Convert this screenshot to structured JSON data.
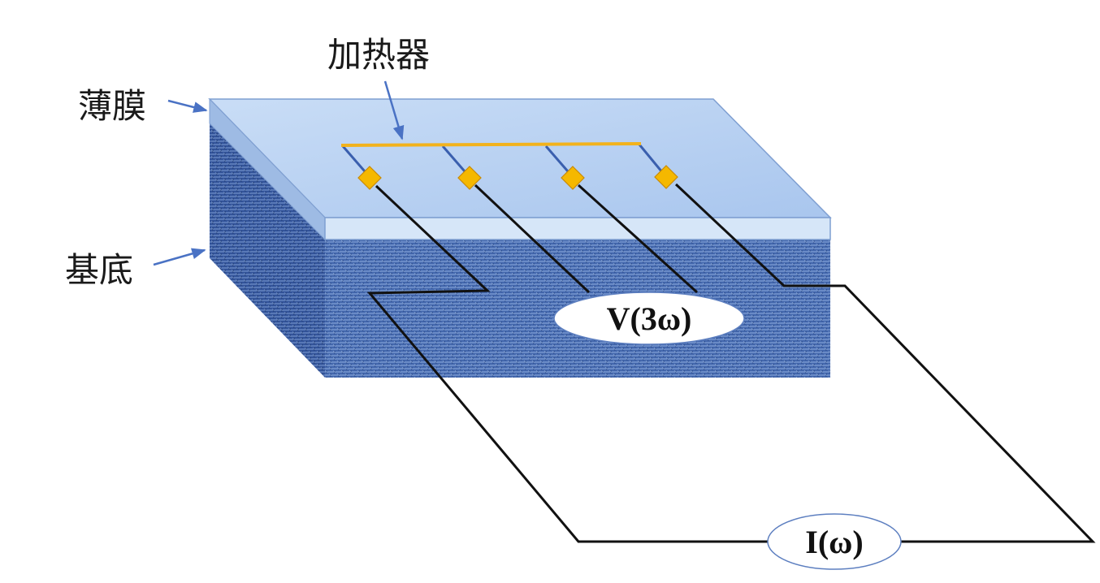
{
  "labels": {
    "heater": "加热器",
    "film": "薄膜",
    "substrate": "基底"
  },
  "signals": {
    "voltage": "V(3ω)",
    "current": "I(ω)"
  },
  "colors": {
    "film_top": "#b9d3f3",
    "film_front": "#d6e6f8",
    "film_side": "#9ebbe4",
    "substrate": "#3f63a8",
    "heater": "#f2b21c",
    "pad": "#f5b800",
    "pointer": "#4a72c4",
    "wire": "#111111"
  },
  "icons": {
    "pad": "diamond-pad-icon",
    "pointer": "arrow-pointer-icon"
  }
}
